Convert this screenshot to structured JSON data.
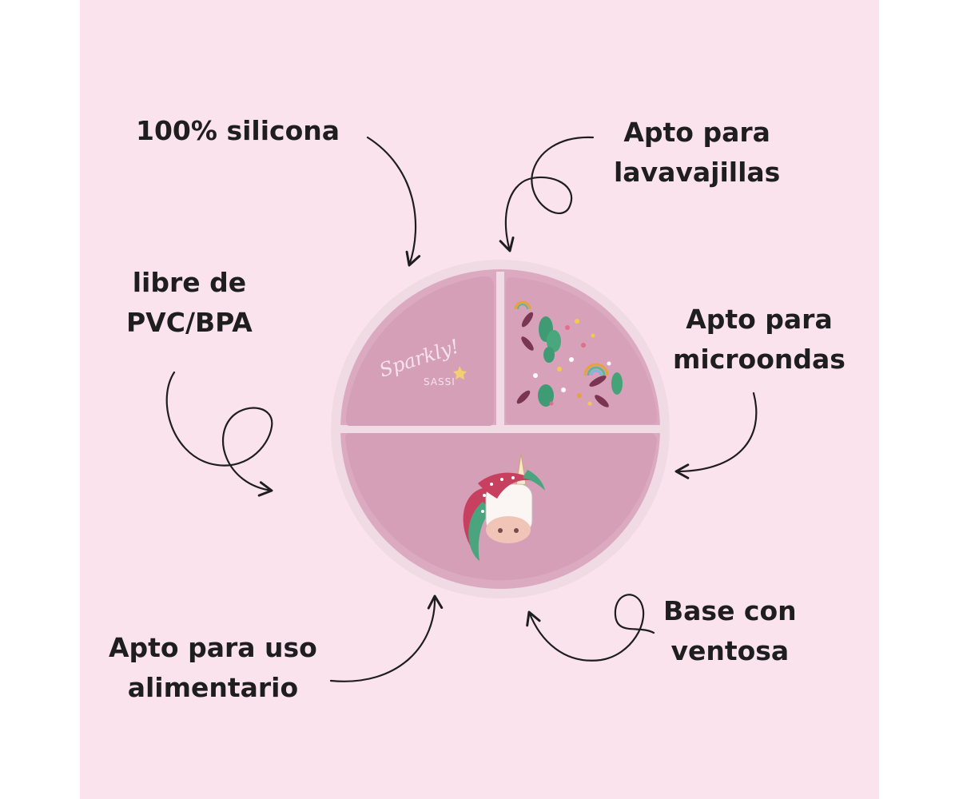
{
  "features": {
    "silicona": "100% silicona",
    "lavavajillas": [
      "Apto para",
      "lavavajillas"
    ],
    "pvc": [
      "libre de",
      "PVC/BPA"
    ],
    "microondas": [
      "Apto para",
      "microondas"
    ],
    "alimentario": [
      "Apto para uso",
      "alimentario"
    ],
    "ventosa": [
      "Base con",
      "ventosa"
    ]
  },
  "plate": {
    "script_text": "Sparkly!",
    "brand_text": "SASSI"
  },
  "colors": {
    "background": "#fbe3ee",
    "plate_rim": "#f0dbe4",
    "plate_base": "#dcaac0",
    "compartment": "#d69fb8",
    "divider": "#f1dbe5",
    "text": "#1e1e1e"
  }
}
